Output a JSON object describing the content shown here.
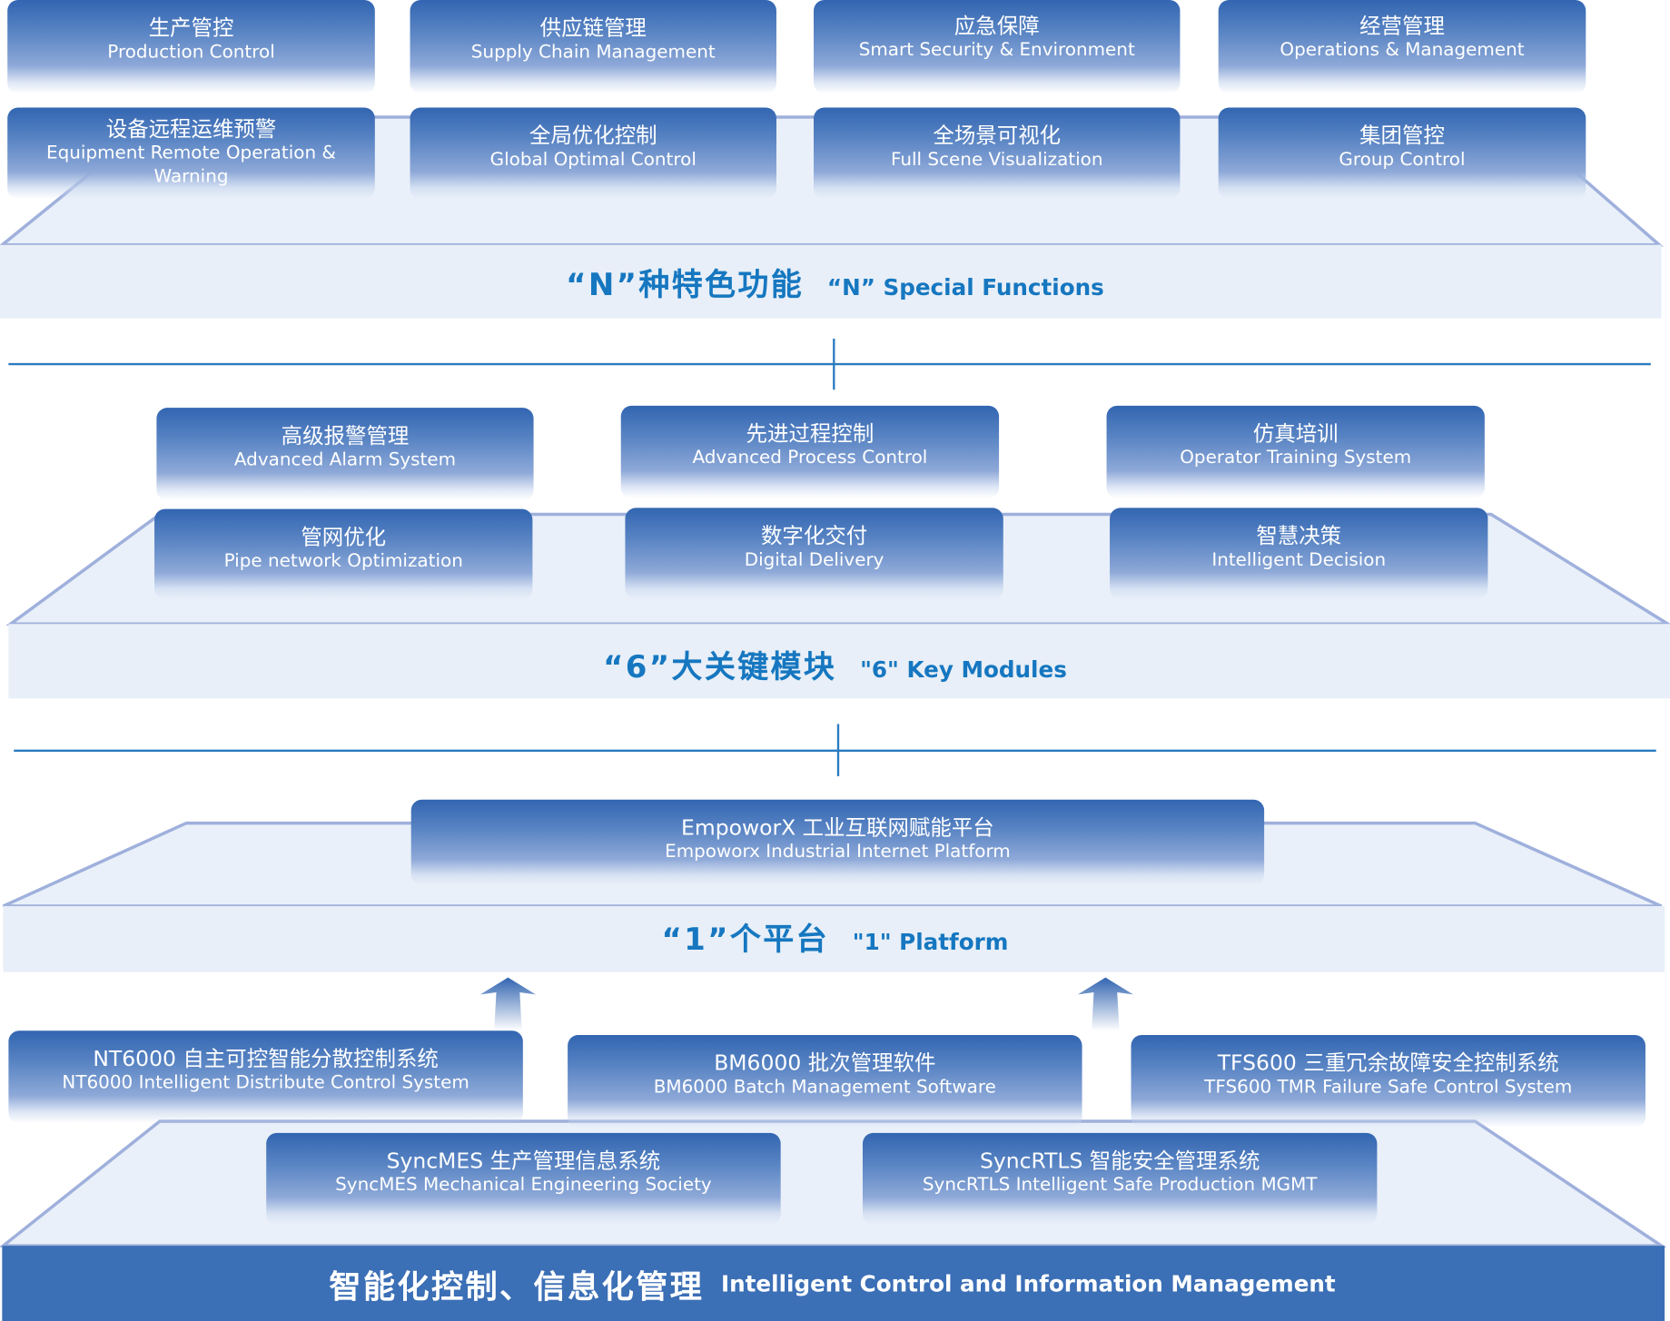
{
  "section_n": {
    "title_zh": "“N”种特色功能",
    "title_en": "“N” Special Functions",
    "items": [
      {
        "zh": "生产管控",
        "en": "Production Control"
      },
      {
        "zh": "供应链管理",
        "en": "Supply Chain Management"
      },
      {
        "zh": "应急保障",
        "en": "Smart Security & Environment"
      },
      {
        "zh": "经营管理",
        "en": "Operations & Management"
      },
      {
        "zh": "设备远程运维预警",
        "en": "Equipment Remote Operation & Warning"
      },
      {
        "zh": "全局优化控制",
        "en": "Global Optimal Control"
      },
      {
        "zh": "全场景可视化",
        "en": "Full Scene Visualization"
      },
      {
        "zh": "集团管控",
        "en": "Group Control"
      }
    ]
  },
  "section_6": {
    "title_zh": "“6”大关键模块",
    "title_en": "\"6\" Key Modules",
    "items": [
      {
        "zh": "高级报警管理",
        "en": "Advanced Alarm System"
      },
      {
        "zh": "先进过程控制",
        "en": "Advanced Process Control"
      },
      {
        "zh": "仿真培训",
        "en": "Operator Training System"
      },
      {
        "zh": "管网优化",
        "en": "Pipe network Optimization"
      },
      {
        "zh": "数字化交付",
        "en": "Digital Delivery"
      },
      {
        "zh": "智慧决策",
        "en": "Intelligent Decision"
      }
    ]
  },
  "section_1": {
    "title_zh": "“1”个平台",
    "title_en": "\"1\" Platform",
    "items": [
      {
        "zh": "EmpoworX 工业互联网赋能平台",
        "en": "Empoworx Industrial Internet Platform"
      }
    ]
  },
  "section_base": {
    "title_zh": "智能化控制、信息化管理",
    "title_en": "Intelligent Control and Information Management",
    "items": [
      {
        "zh": "NT6000 自主可控智能分散控制系统",
        "en": "NT6000 Intelligent Distribute Control System"
      },
      {
        "zh": "BM6000 批次管理软件",
        "en": "BM6000 Batch Management Software"
      },
      {
        "zh": "TFS600 三重冗余故障安全控制系统",
        "en": "TFS600 TMR Failure Safe Control System"
      },
      {
        "zh": "SyncMES 生产管理信息系统",
        "en": "SyncMES Mechanical Engineering Society"
      },
      {
        "zh": "SyncRTLS 智能安全管理系统",
        "en": "SyncRTLS Intelligent Safe Production MGMT"
      }
    ]
  },
  "colors": {
    "accent": "#1677c0",
    "box_top": "#3265b1",
    "band": "#e8eff8",
    "base_band": "#3b6fb6",
    "line": "#2a7bc0"
  }
}
